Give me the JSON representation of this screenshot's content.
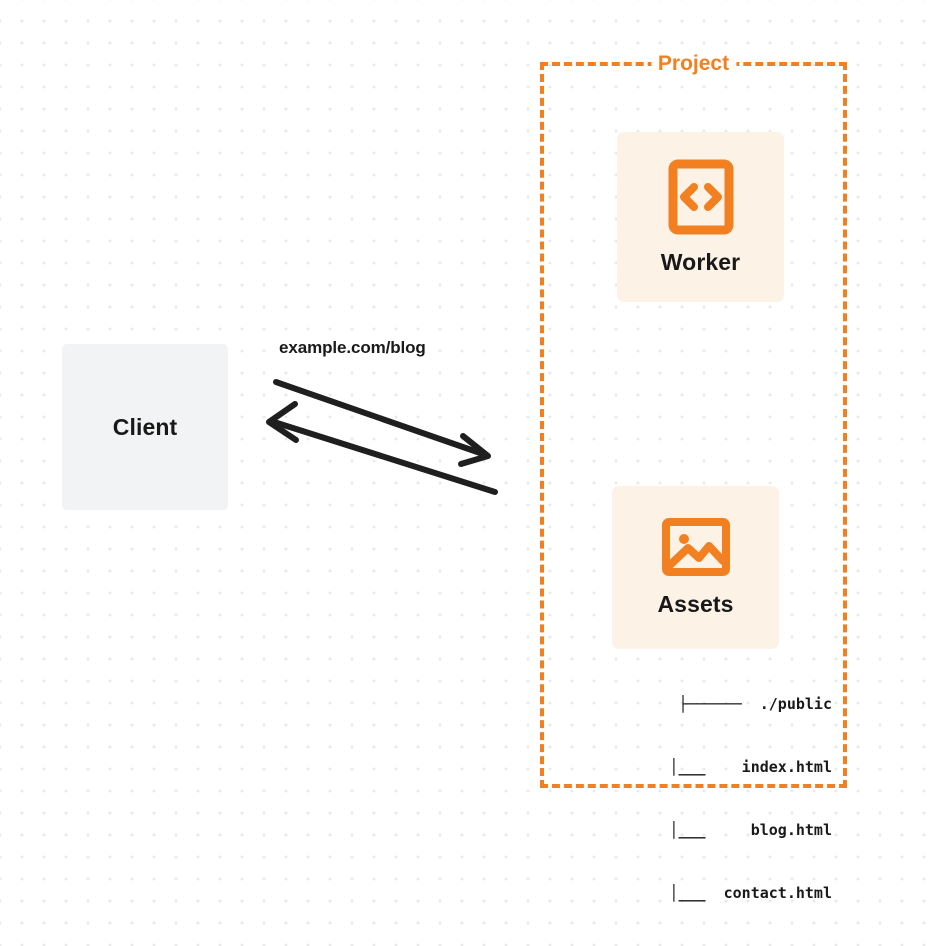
{
  "diagram": {
    "type": "architecture-flow",
    "background": {
      "style": "dot-grid",
      "dot_color": "#e9e9ec",
      "page_color": "#ffffff"
    },
    "colors": {
      "accent_orange": "#f38020",
      "box_peach": "#fdf2e6",
      "client_gray": "#f2f3f5",
      "text_dark": "#19191a"
    }
  },
  "client": {
    "label": "Client",
    "icon": "client-box"
  },
  "connection": {
    "label": "example.com/blog",
    "request_direction": "client-to-project",
    "response_direction": "project-to-client",
    "arrow_color": "#1f1f1f"
  },
  "project": {
    "title": "Project",
    "border_style": "dashed",
    "nodes": [
      {
        "id": "worker",
        "label": "Worker",
        "icon": "code-file-icon"
      },
      {
        "id": "assets",
        "label": "Assets",
        "icon": "image-icon"
      }
    ],
    "file_tree": [
      {
        "branch": "├─────",
        "name": "./public"
      },
      {
        "branch": "│__",
        "name": "index.html"
      },
      {
        "branch": "│__",
        "name": "blog.html"
      },
      {
        "branch": "│__",
        "name": "contact.html"
      }
    ],
    "file_tree_lines": [
      "├──────  ./public",
      "  │___    index.html",
      "  │___     blog.html",
      "  │___  contact.html"
    ]
  }
}
